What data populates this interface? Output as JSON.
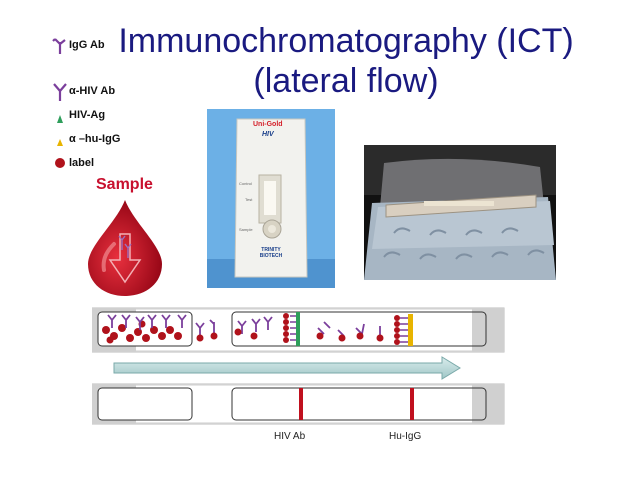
{
  "title": {
    "line1": "Immunochromatography (ICT)",
    "line2": "(lateral flow)"
  },
  "legend": [
    {
      "icon": "igg-ab-icon",
      "label": "IgG Ab",
      "color": "#7b3f9c"
    },
    {
      "icon": "anti-hiv-ab-icon",
      "label": "α-HIV Ab",
      "color": "#7b3f9c"
    },
    {
      "icon": "hiv-ag-icon",
      "label": "HIV-Ag",
      "color": "#2e9e5b"
    },
    {
      "icon": "anti-hu-igg-icon",
      "label": "α –hu-IgG",
      "color": "#e8b400"
    },
    {
      "icon": "label-icon",
      "label": "label",
      "color": "#b0121b"
    }
  ],
  "sample": {
    "label": "Sample",
    "color": "#c8102e"
  },
  "strip": {
    "line_color": "#c0101e",
    "line_labels": [
      "HIV Ab",
      "Hu-IgG"
    ]
  },
  "photos": {
    "device_brand": "Uni-Gold",
    "device_product": "HIV",
    "device_marks": [
      "Control",
      "Test",
      "Sample"
    ],
    "device_maker": "TRINITY BIOTECH"
  }
}
